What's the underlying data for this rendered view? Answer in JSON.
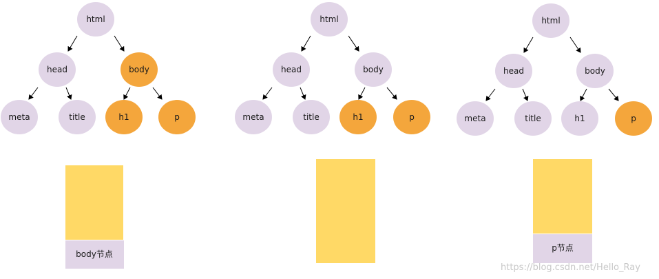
{
  "colors": {
    "node_default": "#e1d5e7",
    "node_highlight": "#f4a63c",
    "panel_fill": "#ffd966",
    "caption_fill": "#e1d5e7",
    "arrow": "#000000"
  },
  "diagrams": [
    {
      "nodes": {
        "html": {
          "label": "html",
          "state": "default"
        },
        "head": {
          "label": "head",
          "state": "default"
        },
        "body": {
          "label": "body",
          "state": "highlight"
        },
        "meta": {
          "label": "meta",
          "state": "default"
        },
        "title": {
          "label": "title",
          "state": "default"
        },
        "h1": {
          "label": "h1",
          "state": "highlight"
        },
        "p": {
          "label": "p",
          "state": "highlight"
        }
      },
      "caption": "body节点"
    },
    {
      "nodes": {
        "html": {
          "label": "html",
          "state": "default"
        },
        "head": {
          "label": "head",
          "state": "default"
        },
        "body": {
          "label": "body",
          "state": "default"
        },
        "meta": {
          "label": "meta",
          "state": "default"
        },
        "title": {
          "label": "title",
          "state": "default"
        },
        "h1": {
          "label": "h1",
          "state": "highlight"
        },
        "p": {
          "label": "p",
          "state": "highlight"
        }
      },
      "caption": ""
    },
    {
      "nodes": {
        "html": {
          "label": "html",
          "state": "default"
        },
        "head": {
          "label": "head",
          "state": "default"
        },
        "body": {
          "label": "body",
          "state": "default"
        },
        "meta": {
          "label": "meta",
          "state": "default"
        },
        "title": {
          "label": "title",
          "state": "default"
        },
        "h1": {
          "label": "h1",
          "state": "default"
        },
        "p": {
          "label": "p",
          "state": "highlight"
        }
      },
      "caption": "p节点"
    }
  ],
  "watermark": "https://blog.csdn.net/Hello_Ray"
}
